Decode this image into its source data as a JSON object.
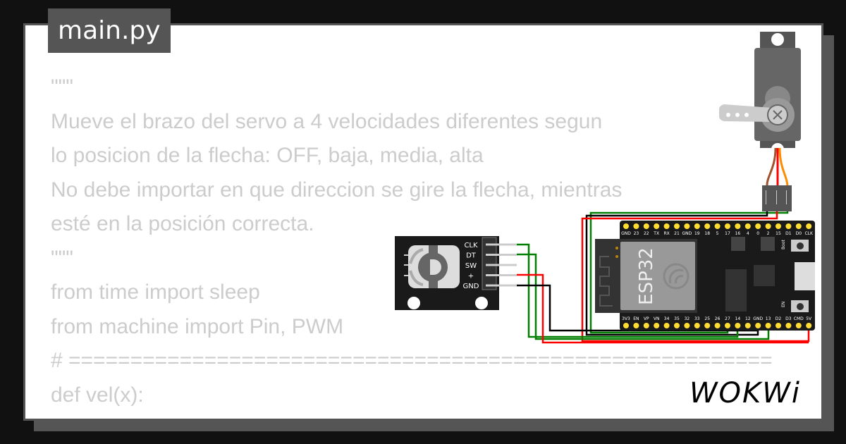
{
  "file_tab": {
    "label": "main.py"
  },
  "code_lines": [
    "\"\"\"",
    "Mueve el brazo del servo a 4 velocidades diferentes segun",
    "lo posicion de la flecha: OFF, baja, media, alta",
    "No debe importar en que direccion se gire la flecha, mientras",
    "esté en la posición correcta.",
    "\"\"\"",
    "from time import sleep",
    "from machine import Pin, PWM",
    "# =========================================================",
    "def vel(x):"
  ],
  "esp32": {
    "label": "ESP32",
    "en_label": "EN",
    "boot_label": "Boot",
    "left_pins": [
      "3V3",
      "EN",
      "VP",
      "VN",
      "34",
      "35",
      "32",
      "33",
      "25",
      "26",
      "27",
      "14",
      "12",
      "GND",
      "13",
      "D2",
      "D3",
      "CMD",
      "5V"
    ],
    "right_pins": [
      "GND",
      "23",
      "22",
      "TX",
      "RX",
      "21",
      "GND",
      "19",
      "18",
      "5",
      "17",
      "16",
      "4",
      "0",
      "2",
      "15",
      "D1",
      "D0",
      "CLK"
    ]
  },
  "encoder": {
    "pins": [
      "CLK",
      "DT",
      "SW",
      "+",
      "GND"
    ]
  },
  "wire_colors": {
    "signal": "#008000",
    "power": "#ff0000",
    "ground": "#000000",
    "servo_orange": "#ff8c00",
    "servo_brown": "#a0522d"
  },
  "brand": {
    "logo": "WOKWi"
  }
}
